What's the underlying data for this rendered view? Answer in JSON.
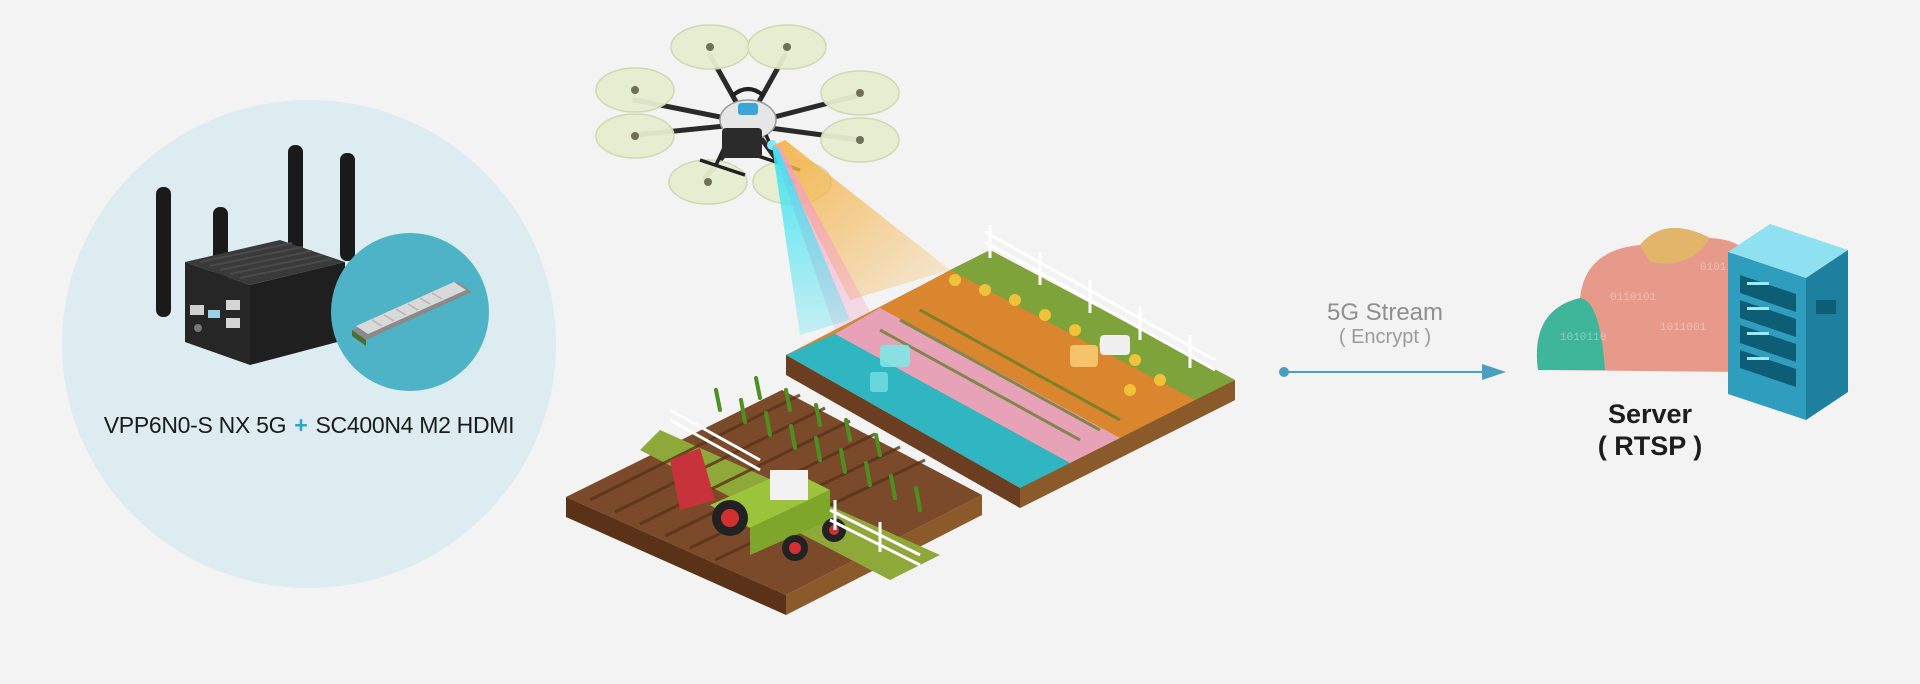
{
  "device": {
    "name_primary": "VPP6N0-S NX 5G",
    "plus": "+",
    "name_secondary": "SC400N4 M2 HDMI"
  },
  "stream": {
    "label": "5G Stream",
    "sublabel": "( Encrypt )"
  },
  "server": {
    "label": "Server",
    "sublabel": "( RTSP )"
  },
  "colors": {
    "accent": "#4fb3c8",
    "circle_bg": "#dcecf0",
    "arrow": "#4a9fc0",
    "beam_cyan": "#3fe3f2",
    "beam_pink": "#f4a0c6",
    "beam_orange": "#f5b34a"
  }
}
